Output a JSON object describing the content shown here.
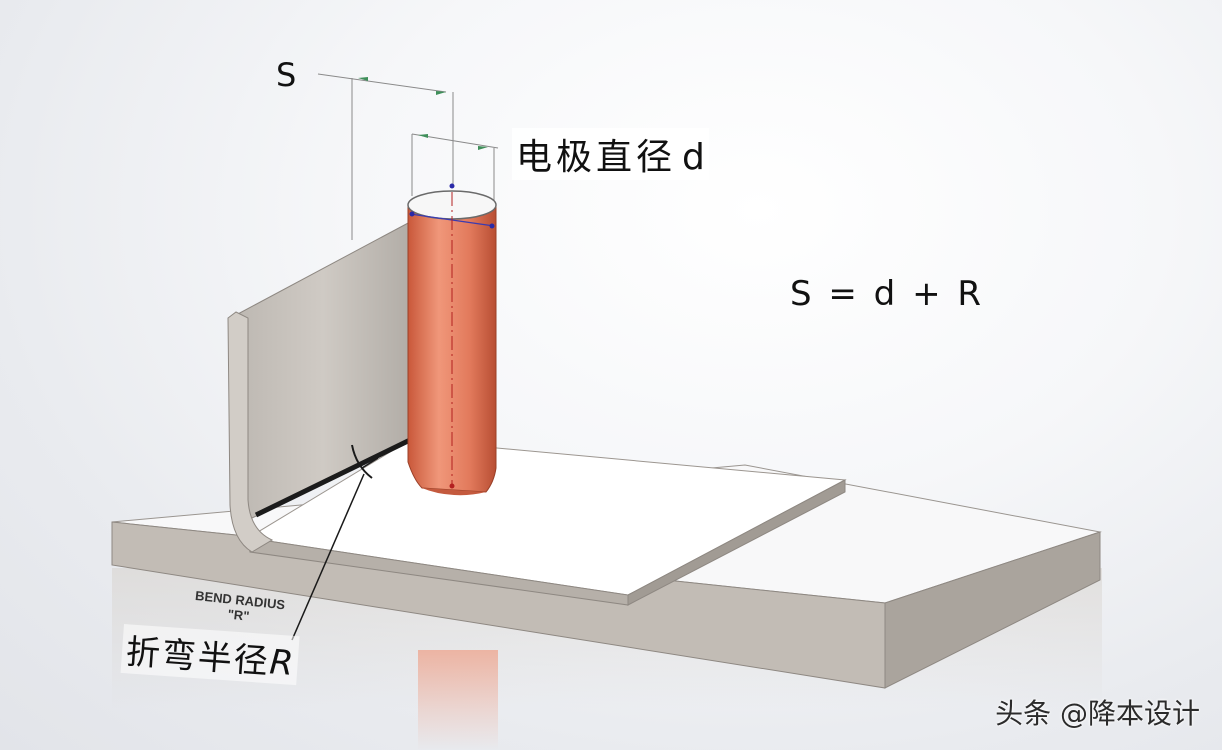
{
  "labels": {
    "spacing_symbol": "S",
    "electrode_diameter_text": "电极直径",
    "electrode_diameter_symbol": "d",
    "formula": "S = d + R",
    "bend_radius_tag_line1": "BEND RADIUS",
    "bend_radius_tag_line2": "\"R\"",
    "bend_radius_text": "折弯半径",
    "bend_radius_symbol": "R"
  },
  "watermark": "头条 @降本设计",
  "colors": {
    "electrode": "#e0785a",
    "sheet_face": "#f7f7f8",
    "sheet_edge": "#b9b3ac",
    "dimension_line": "#8a8a8a"
  }
}
